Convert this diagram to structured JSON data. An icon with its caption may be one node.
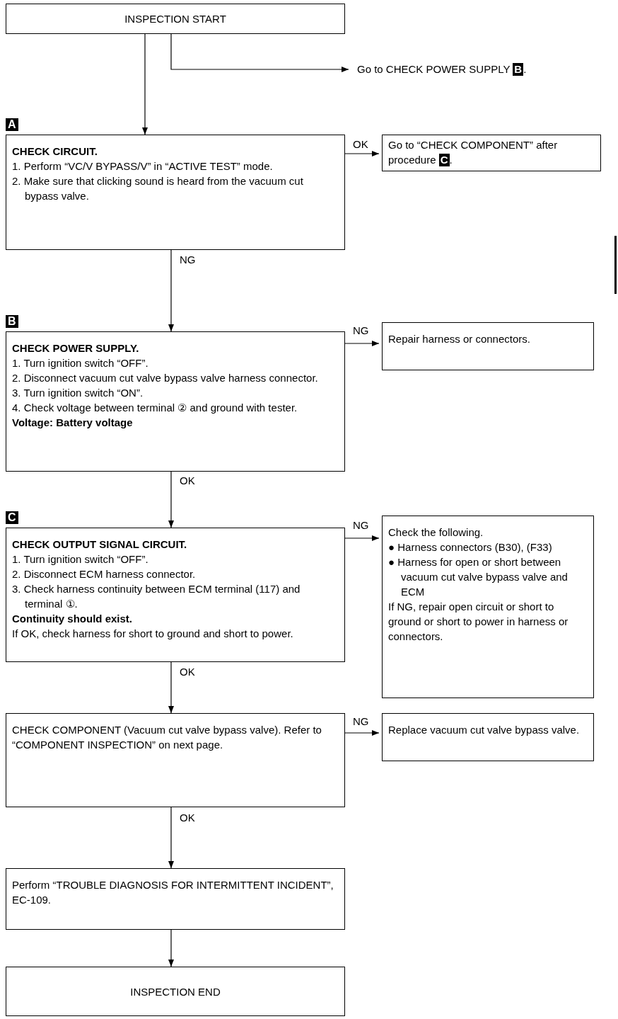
{
  "diagram": {
    "nodes": [
      {
        "text": [
          "INSPECTION START"
        ]
      },
      {
        "text": [
          "Go to CHECK POWER SUPPLY",
          "B."
        ]
      },
      {
        "beside": [
          "A"
        ],
        "text": [
          "CHECK CIRCUIT.",
          "1. Perform “VC/V BYPASS/V” in “ACTIVE TEST” mode.",
          "2. Make sure that clicking sound is heard from the vacuum cut bypass valve."
        ]
      },
      {
        "text": [
          "Go to “CHECK COMPONENT” after procedure",
          "C."
        ]
      },
      {
        "beside": [
          "B"
        ],
        "text": [
          "CHECK POWER SUPPLY.",
          "1. Turn ignition switch “OFF”.",
          "2. Disconnect vacuum cut valve bypass valve harness connector.",
          "3. Turn ignition switch “ON”.",
          "4. Check voltage between terminal ② and ground with tester.",
          "Voltage: Battery voltage"
        ]
      },
      {
        "text": [
          "Repair harness or connectors."
        ]
      },
      {
        "beside": [
          "C"
        ],
        "text": [
          "CHECK OUTPUT SIGNAL CIRCUIT.",
          "1. Turn ignition switch “OFF”.",
          "2. Disconnect ECM harness connector.",
          "3. Check harness continuity between ECM terminal (117) and terminal ①.",
          "Continuity should exist.",
          "If OK, check harness for short to ground and short to power."
        ]
      },
      {
        "text": [
          "Check the following.",
          "● Harness connectors (B30), (F33)",
          "● Harness for open or short between vacuum cut valve bypass valve and ECM",
          "If NG, repair open circuit or short to ground or short to power in harness or connectors."
        ]
      },
      {
        "text": [
          "CHECK COMPONENT (Vacuum cut valve bypass valve). Refer to “COMPONENT INSPECTION” on next page."
        ]
      },
      {
        "text": [
          "Replace vacuum cut valve bypass valve."
        ]
      },
      {
        "text": [
          "Perform “TROUBLE DIAGNOSIS FOR INTERMITTENT INCIDENT”, EC-109."
        ]
      },
      {
        "text": [
          "INSPECTION END"
        ]
      }
    ],
    "edges": [
      {
        "from": 0,
        "to": 2,
        "arrow": "to"
      },
      {
        "from": 0,
        "to": 1,
        "arrow": "to"
      },
      {
        "from": 2,
        "to": 3,
        "arrow": "to",
        "label": "OK"
      },
      {
        "from": 2,
        "to": 4,
        "arrow": "to",
        "label": "NG"
      },
      {
        "from": 4,
        "to": 5,
        "arrow": "to",
        "label": "NG"
      },
      {
        "from": 4,
        "to": 6,
        "arrow": "to",
        "label": "OK"
      },
      {
        "from": 6,
        "to": 7,
        "arrow": "to",
        "label": "NG"
      },
      {
        "from": 6,
        "to": 8,
        "arrow": "to",
        "label": "OK"
      },
      {
        "from": 8,
        "to": 9,
        "arrow": "to",
        "label": "NG"
      },
      {
        "from": 8,
        "to": 10,
        "arrow": "to",
        "label": "OK"
      },
      {
        "from": 10,
        "to": 11,
        "arrow": "to"
      }
    ]
  }
}
